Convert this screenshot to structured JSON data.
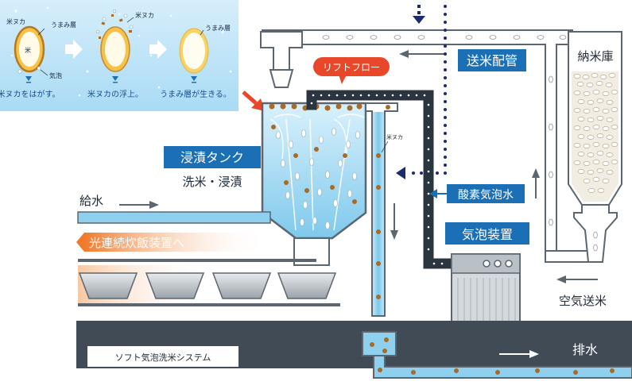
{
  "inset": {
    "grain1_labels": {
      "nuka": "米ヌカ",
      "umami": "うまみ層",
      "kome": "米",
      "kihou": "気泡"
    },
    "grain2_label": "米ヌカ",
    "grain3_label": "うまみ層",
    "captions": [
      "米ヌカをはがす。",
      "米ヌカの浮上。",
      "うまみ層が生きる。"
    ]
  },
  "labels": {
    "lift_flow": "リフトフロー",
    "rice_transfer_pipe": "送米配管",
    "rice_storage": "納米庫",
    "soaking_tank": "浸漬タンク",
    "wash_soak": "洗米・浸漬",
    "water_supply": "給水",
    "to_cooker": "光連続炊飯装置へ",
    "nuka_small": "米ヌカ",
    "oxygen_bubble_water": "酸素気泡水",
    "bubble_device": "気泡装置",
    "air_transfer": "空気送米",
    "drain": "排水",
    "system_name": "ソフト気泡洗米システム"
  },
  "colors": {
    "label_blue": "#1a6fb5",
    "lift_red": "#e8472a",
    "dark_frame": "#414b55",
    "water": "#8fd0ef",
    "nuka_brown": "#a86a28",
    "navy_dots": "#1c2a6e",
    "orange_band": "#f07a2a"
  }
}
